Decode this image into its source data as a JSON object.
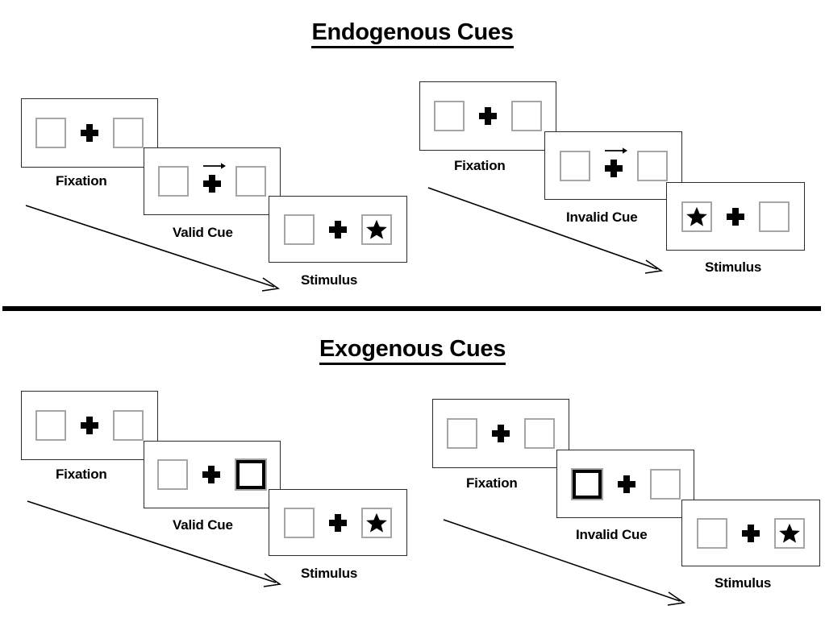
{
  "sections": [
    {
      "id": "endogenous",
      "title": "Endogenous Cues",
      "cue_type": "arrow",
      "groups": [
        {
          "id": "endogenous-valid",
          "panels": [
            {
              "stage": "Fixation",
              "left_box": "empty",
              "right_box": "empty",
              "cue": "none",
              "cross": "plain"
            },
            {
              "stage": "Valid Cue",
              "left_box": "empty",
              "right_box": "empty",
              "cue": "arrow-right",
              "cross": "plain"
            },
            {
              "stage": "Stimulus",
              "left_box": "empty",
              "right_box": "star",
              "cue": "none",
              "cross": "plain"
            }
          ]
        },
        {
          "id": "endogenous-invalid",
          "panels": [
            {
              "stage": "Fixation",
              "left_box": "empty",
              "right_box": "empty",
              "cue": "none",
              "cross": "plain"
            },
            {
              "stage": "Invalid Cue",
              "left_box": "empty",
              "right_box": "empty",
              "cue": "arrow-right",
              "cross": "plain"
            },
            {
              "stage": "Stimulus",
              "left_box": "star",
              "right_box": "empty",
              "cue": "none",
              "cross": "plain"
            }
          ]
        }
      ]
    },
    {
      "id": "exogenous",
      "title": "Exogenous Cues",
      "cue_type": "box-flash",
      "groups": [
        {
          "id": "exogenous-valid",
          "panels": [
            {
              "stage": "Fixation",
              "left_box": "empty",
              "right_box": "empty",
              "cue": "none",
              "cross": "plain"
            },
            {
              "stage": "Valid Cue",
              "left_box": "empty",
              "right_box": "cued",
              "cue": "highlight-right",
              "cross": "plain"
            },
            {
              "stage": "Stimulus",
              "left_box": "empty",
              "right_box": "star",
              "cue": "none",
              "cross": "plain"
            }
          ]
        },
        {
          "id": "exogenous-invalid",
          "panels": [
            {
              "stage": "Fixation",
              "left_box": "empty",
              "right_box": "empty",
              "cue": "none",
              "cross": "plain"
            },
            {
              "stage": "Invalid Cue",
              "left_box": "cued",
              "right_box": "empty",
              "cue": "highlight-left",
              "cross": "plain"
            },
            {
              "stage": "Stimulus",
              "left_box": "empty",
              "right_box": "star",
              "cue": "none",
              "cross": "plain"
            }
          ]
        }
      ]
    }
  ],
  "icons": {
    "fixation_cross": "plus-icon",
    "cue_arrow": "arrow-right-icon",
    "target": "star-icon",
    "time_flow": "time-arrow-icon"
  },
  "colors": {
    "box_border": "#a6a6a6",
    "cued_box_border": "#000000",
    "panel_border": "#2b2b2b",
    "ink": "#000000",
    "background": "#ffffff"
  }
}
